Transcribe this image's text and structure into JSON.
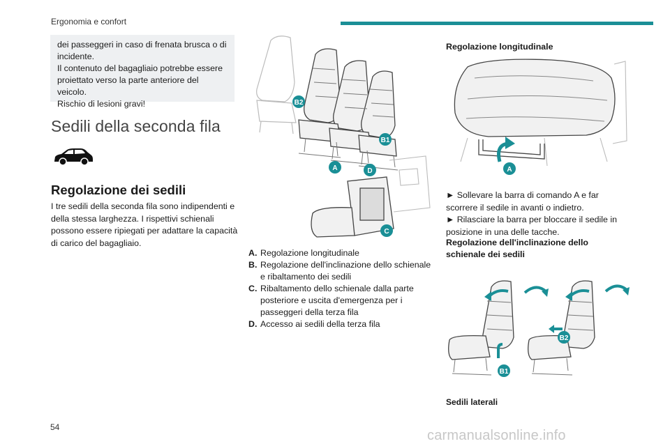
{
  "header": {
    "title": "Ergonomia e confort",
    "accent_color": "#1a8f96"
  },
  "warning": {
    "lines": [
      "dei passeggeri in caso di frenata brusca o di incidente.",
      "Il contenuto del bagagliaio potrebbe essere proiettato verso la parte anteriore del veicolo.",
      "Rischio di lesioni gravi!"
    ]
  },
  "section_title": "Sedili della seconda fila",
  "car_icon": "car-suv-icon",
  "subsection_title": "Regolazione dei sedili",
  "body_text": "I tre sedili della seconda fila sono indipendenti e della stessa larghezza. I rispettivi schienali possono essere ripiegati per adattare la capacità di carico del bagagliaio.",
  "main_figure": {
    "callouts": [
      "B2",
      "B1",
      "A",
      "D",
      "C"
    ]
  },
  "legend": [
    {
      "key": "A.",
      "text": "Regolazione longitudinale"
    },
    {
      "key": "B.",
      "text": "Regolazione dell'inclinazione dello schienale e ribaltamento dei sedili"
    },
    {
      "key": "C.",
      "text": "Ribaltamento dello schienale dalla parte posteriore e uscita d'emergenza per i passeggeri della terza fila"
    },
    {
      "key": "D.",
      "text": "Accesso ai sedili della terza fila"
    }
  ],
  "longitudinal": {
    "title": "Regolazione longitudinale",
    "callout": "A",
    "steps": [
      "► Sollevare la barra di comando A e far scorrere il sedile in avanti o indietro.",
      "► Rilasciare la barra per bloccare il sedile in posizione in una delle tacche."
    ]
  },
  "recline": {
    "title": "Regolazione dell'inclinazione dello schienale dei sedili",
    "callouts": [
      "B1",
      "B2"
    ],
    "caption": "Sedili laterali"
  },
  "page_number": "54",
  "watermark": "carmanualsonline.info"
}
